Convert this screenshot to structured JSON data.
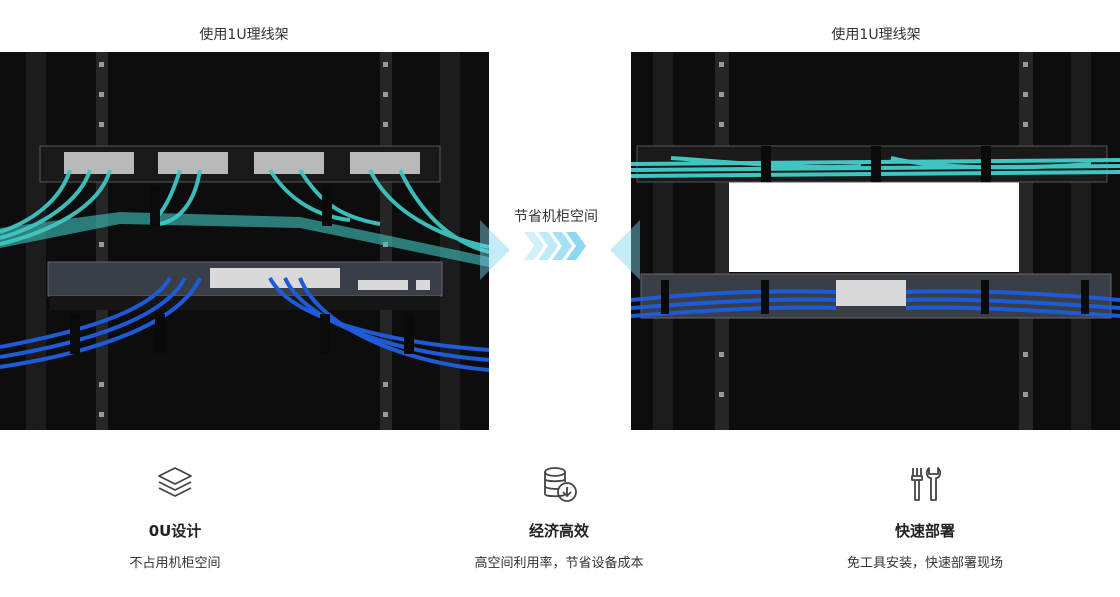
{
  "left_panel": {
    "caption": "使用1U理线架"
  },
  "right_panel": {
    "caption": "使用1U理线架"
  },
  "middle": {
    "label": "节省机柜空间"
  },
  "features": [
    {
      "icon": "layers-icon",
      "title": "0U设计",
      "desc": "不占用机柜空间"
    },
    {
      "icon": "database-download-icon",
      "title": "经济高效",
      "desc": "高空间利用率，节省设备成本"
    },
    {
      "icon": "tools-icon",
      "title": "快速部署",
      "desc": "免工具安装，快速部署现场"
    }
  ],
  "colors": {
    "fiber": "#3fc6c2",
    "copper": "#1e5bd8",
    "arrow": "#7fd3ef",
    "rack": "#0d0d0d"
  }
}
